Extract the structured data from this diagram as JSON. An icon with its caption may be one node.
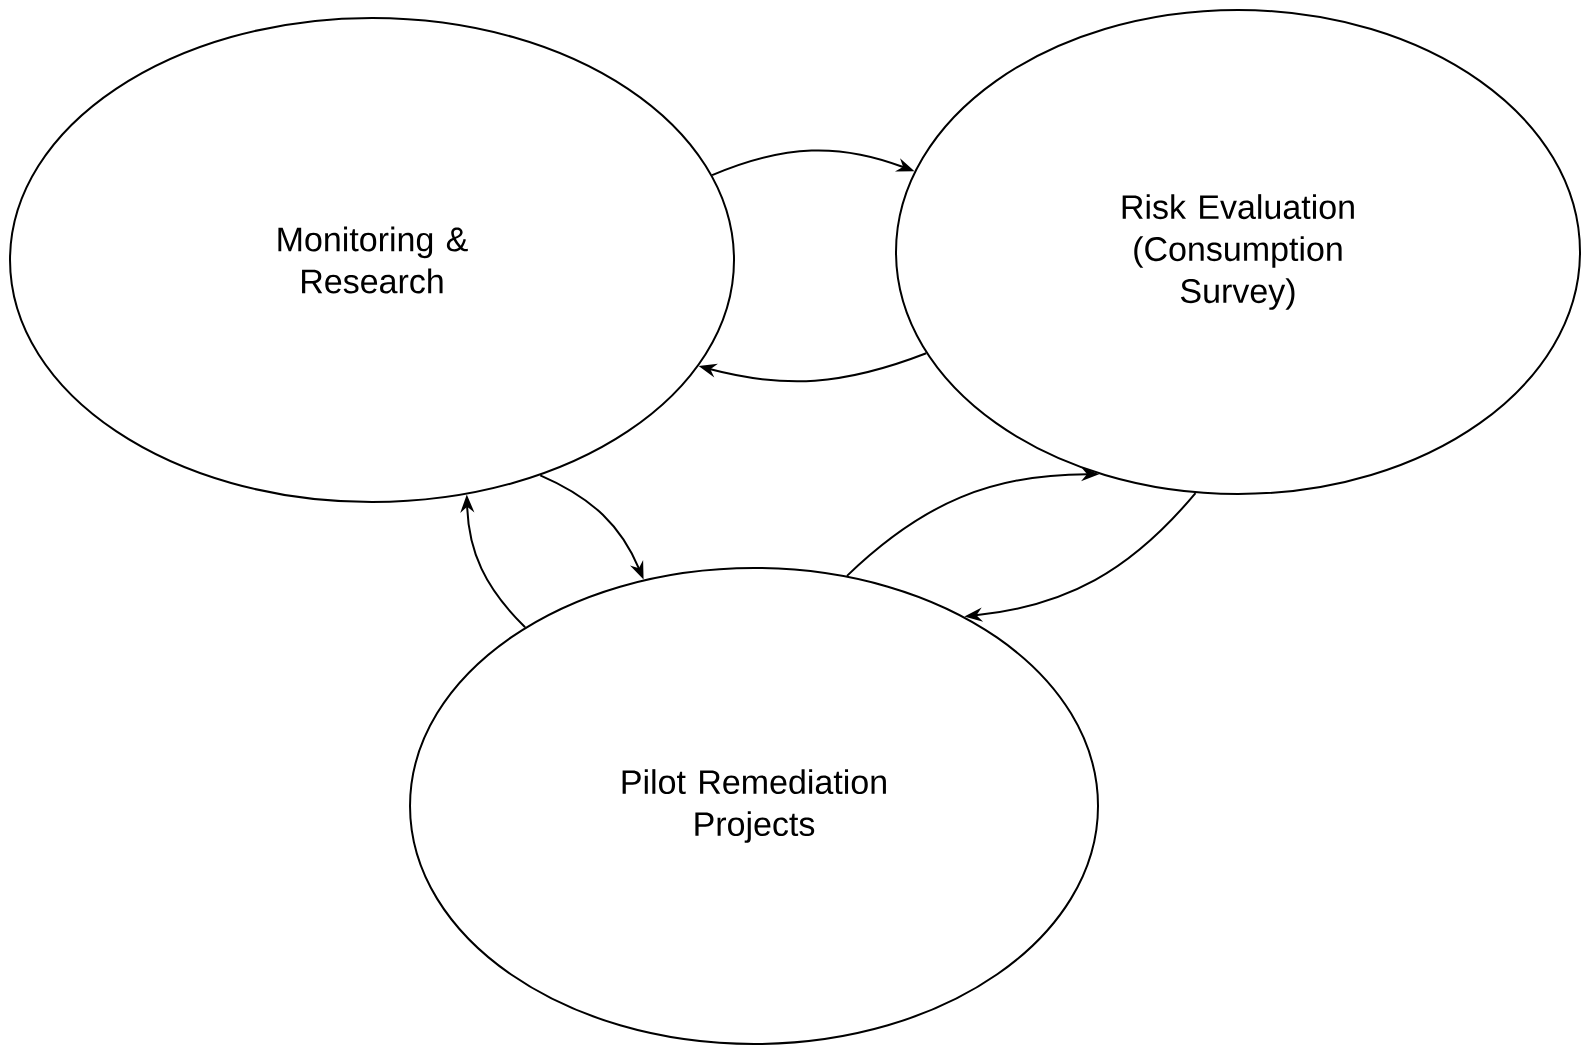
{
  "diagram": {
    "nodes": [
      {
        "text": [
          "Monitoring & Research"
        ]
      },
      {
        "text": [
          "Risk Evaluation (Consumption Survey)"
        ]
      },
      {
        "text": [
          "Pilot Remediation Projects"
        ]
      }
    ],
    "edges": [
      {
        "from": 0,
        "to": 1,
        "arrow": "to"
      },
      {
        "from": 1,
        "to": 0,
        "arrow": "to"
      },
      {
        "from": 0,
        "to": 2,
        "arrow": "to"
      },
      {
        "from": 2,
        "to": 0,
        "arrow": "to"
      },
      {
        "from": 2,
        "to": 1,
        "arrow": "to"
      },
      {
        "from": 1,
        "to": 2,
        "arrow": "to"
      }
    ]
  }
}
